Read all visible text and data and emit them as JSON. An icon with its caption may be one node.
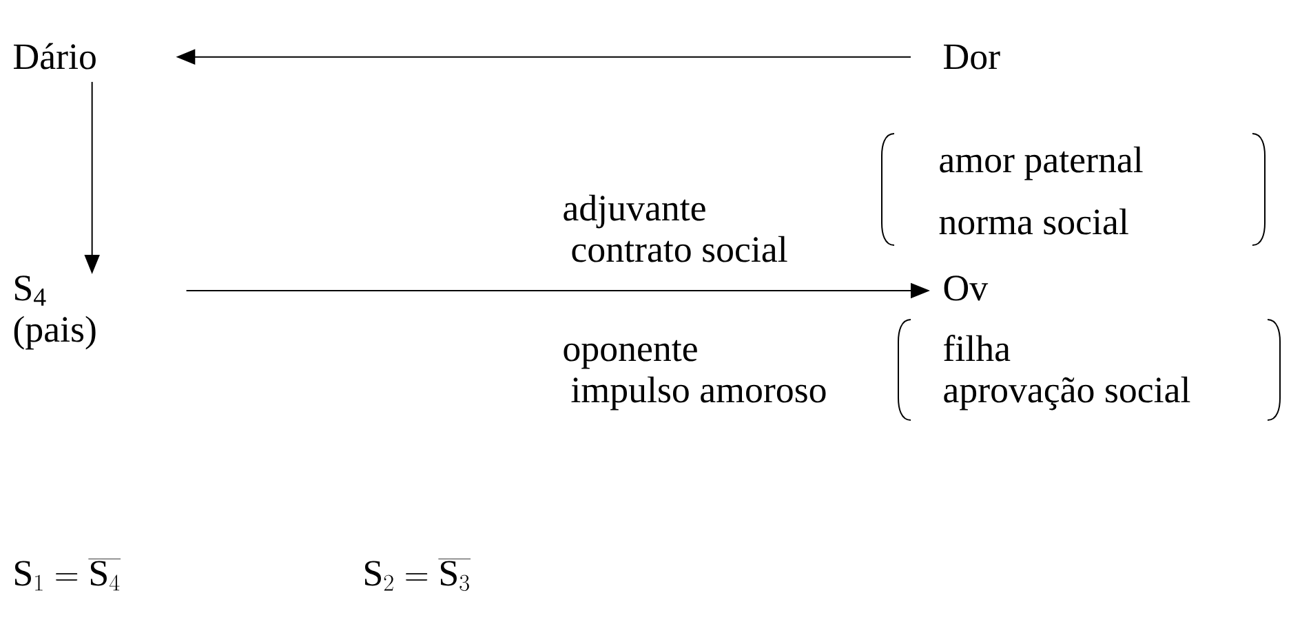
{
  "diagram": {
    "nodes": [
      {
        "text": [
          "Dário"
        ]
      },
      {
        "text": [
          "Dor"
        ]
      },
      {
        "text": [
          "S$_{4}$"
        ],
        "beside": [
          "(pais)"
        ]
      },
      {
        "text": [
          "Ov"
        ]
      }
    ],
    "edges": [
      {
        "from": 1,
        "to": 0,
        "arrow": "to"
      },
      {
        "from": 0,
        "to": 2,
        "arrow": "to"
      },
      {
        "from": 2,
        "to": 3,
        "arrow": "to"
      }
    ],
    "labels": [
      "amor paternal",
      "norma social",
      "adjuvante",
      "contrato social",
      "oponente",
      "impulso amoroso",
      "filha",
      "aprovação social",
      "\\mathrm{S}_{1} = \\overline{\\mathrm{S}_{4}}",
      "\\mathrm{S}_{2} = \\overline{\\mathrm{S}_{3}}"
    ]
  }
}
